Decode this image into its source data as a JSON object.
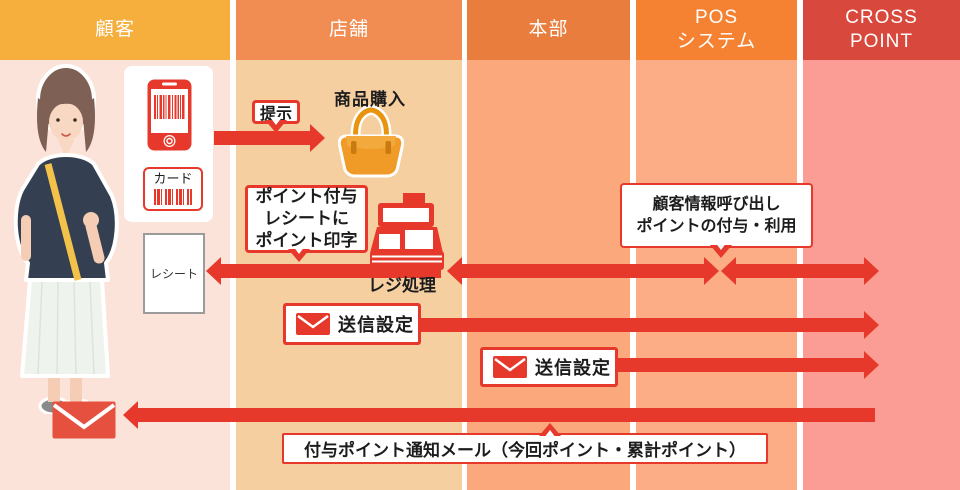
{
  "lanes": [
    {
      "id": "customer",
      "title": "顧客",
      "header_color": "#f6ae3c",
      "body_color": "#fce3da"
    },
    {
      "id": "store",
      "title": "店舗",
      "header_color": "#f18c52",
      "body_color": "#f6cfa0"
    },
    {
      "id": "headquarters",
      "title": "本部",
      "header_color": "#e87d3e",
      "body_color": "#fca87d"
    },
    {
      "id": "pos_system",
      "title": "POS\nシステム",
      "header_color": "#f58232",
      "body_color": "#fcad86"
    },
    {
      "id": "cross_point",
      "title": "CROSS\nPOINT",
      "header_color": "#d9483c",
      "body_color": "#fb9d94"
    }
  ],
  "labels": {
    "present": "提示",
    "purchase": "商品購入",
    "card": "カード",
    "receipt": "レシート",
    "register": "レジ処理",
    "point_grant_bubble": "ポイント付与\nレシートに\nポイント印字",
    "customer_info_bubble": "顧客情報呼び出し\nポイントの付与・利用",
    "send_config_store": "送信設定",
    "send_config_hq": "送信設定",
    "notify_mail": "付与ポイント通知メール（今回ポイント・累計ポイント）"
  },
  "icons": [
    "customer-illustration",
    "smartphone-barcode-icon",
    "member-card-barcode",
    "handbag-icon",
    "cash-register-icon",
    "mail-icon-store",
    "mail-icon-hq",
    "mail-received-icon"
  ],
  "colors": {
    "arrow": "#e6392c",
    "accent": "#e6392c",
    "header_customer": "#f6ae3c",
    "header_store": "#f18c52",
    "header_hq": "#e87d3e",
    "header_pos": "#f58232",
    "header_cross": "#d9483c",
    "body_customer": "#fce3da",
    "body_store": "#f6cfa0",
    "body_hq": "#fca87d",
    "body_pos": "#fcad86",
    "body_cross": "#fb9d94"
  }
}
